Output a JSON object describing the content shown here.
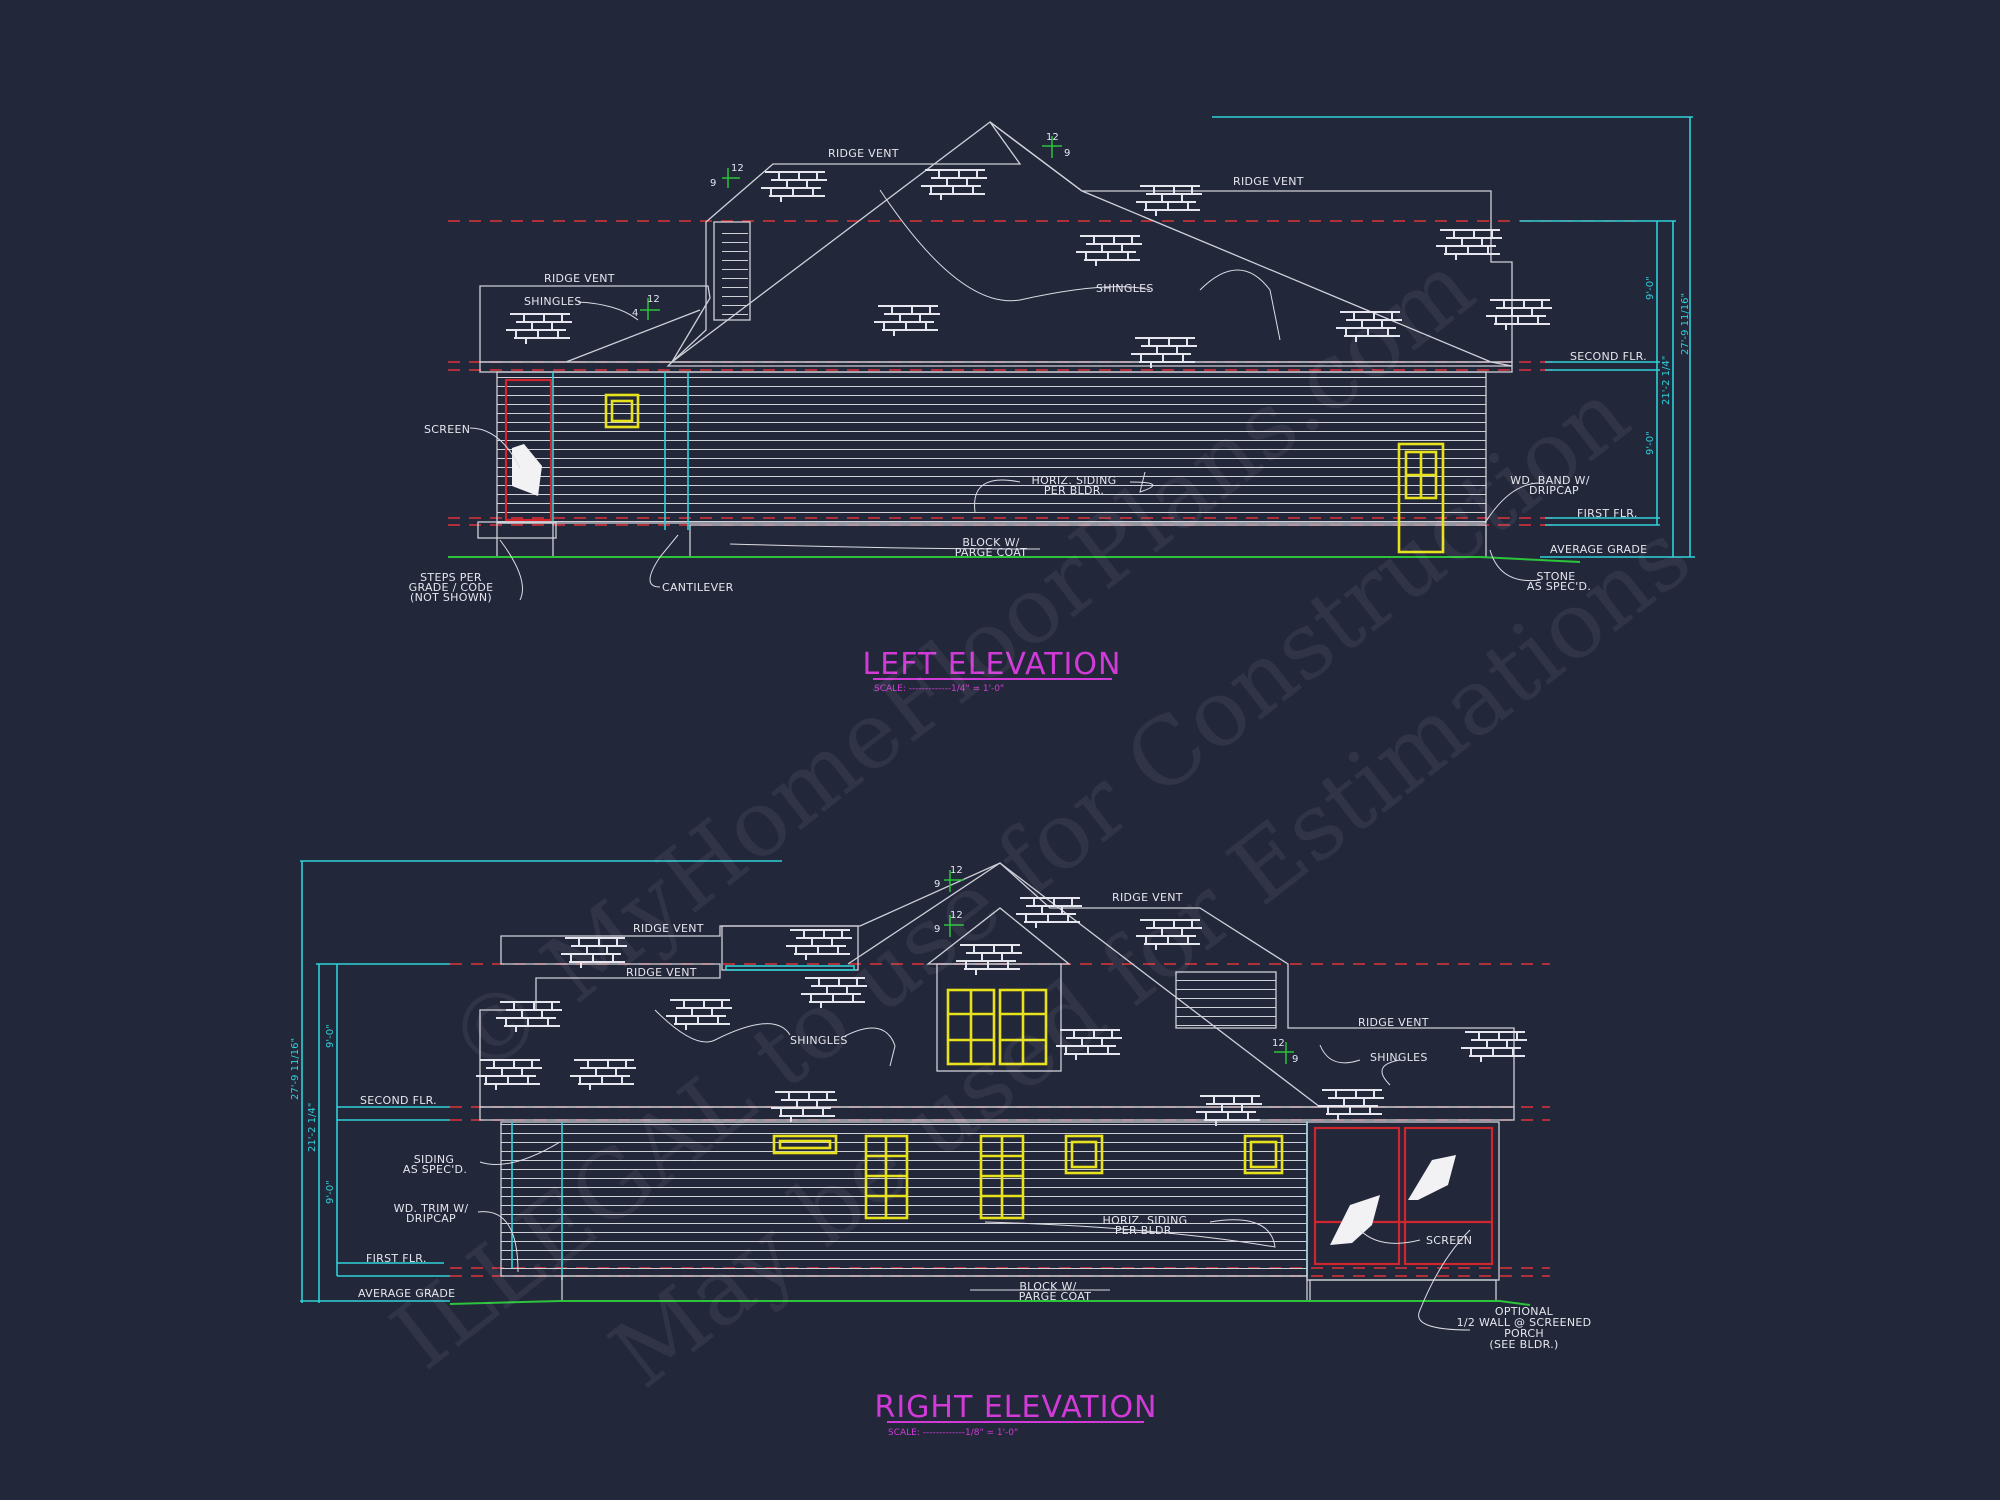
{
  "watermark": {
    "line1": "© MyHomeFloorPlans.com",
    "line2": "ILLEGAL to use for Construction",
    "line3": "May be used for Estimations"
  },
  "colors": {
    "background": "#23273a",
    "outline": "#cfd0d8",
    "dimension": "#2fd0d8",
    "floor_line": "#e0333b",
    "grade": "#2bc43a",
    "window": "#e8e21c",
    "title": "#d23ad8"
  },
  "left_elevation": {
    "title": "LEFT ELEVATION",
    "scale": "SCALE: -------------1/4\" = 1'-0\"",
    "labels": {
      "ridge_vent_1": "RIDGE VENT",
      "ridge_vent_2": "RIDGE VENT",
      "ridge_vent_3": "RIDGE VENT",
      "shingles_1": "SHINGLES",
      "shingles_2": "SHINGLES",
      "screen": "SCREEN",
      "horiz_siding_1": "HORIZ. SIDING",
      "horiz_siding_2": "PER BLDR.",
      "block_1": "BLOCK W/",
      "block_2": "PARGE COAT",
      "steps_1": "STEPS PER",
      "steps_2": "GRADE / CODE",
      "steps_3": "(NOT SHOWN)",
      "cantilever": "CANTILEVER",
      "wd_band_1": "WD. BAND W/",
      "wd_band_2": "DRIPCAP",
      "second_flr": "SECOND FLR.",
      "first_flr": "FIRST FLR.",
      "average_grade": "AVERAGE GRADE",
      "stone_1": "STONE",
      "stone_2": "AS SPEC'D."
    },
    "dimensions": {
      "upper": "9'-0\"",
      "lower": "9'-0\"",
      "floor_to_floor": "21'-2 1/4\"",
      "overall": "27'-9 11/16\""
    },
    "slopes": [
      {
        "rise": "9",
        "run": "12"
      },
      {
        "rise": "9",
        "run": "12"
      },
      {
        "rise": "4",
        "run": "12"
      }
    ]
  },
  "right_elevation": {
    "title": "RIGHT ELEVATION",
    "scale": "SCALE: -------------1/8\" = 1'-0\"",
    "labels": {
      "ridge_vent_1": "RIDGE VENT",
      "ridge_vent_2": "RIDGE VENT",
      "ridge_vent_3": "RIDGE VENT",
      "ridge_vent_4": "RIDGE VENT",
      "shingles_1": "SHINGLES",
      "shingles_2": "SHINGLES",
      "siding_1": "SIDING",
      "siding_2": "AS SPEC'D.",
      "wd_trim_1": "WD. TRIM W/",
      "wd_trim_2": "DRIPCAP",
      "second_flr": "SECOND FLR.",
      "first_flr": "FIRST FLR.",
      "average_grade": "AVERAGE GRADE",
      "horiz_siding_1": "HORIZ. SIDING",
      "horiz_siding_2": "PER BLDR.",
      "block_1": "BLOCK W/",
      "block_2": "PARGE COAT",
      "screen": "SCREEN",
      "porch_1": "OPTIONAL",
      "porch_2": "1/2 WALL @ SCREENED",
      "porch_3": "PORCH",
      "porch_4": "(SEE BLDR.)"
    },
    "dimensions": {
      "upper": "9'-0\"",
      "lower": "9'-0\"",
      "floor_to_floor": "21'-2 1/4\"",
      "overall": "27'-9 11/16\""
    },
    "slopes": [
      {
        "rise": "9",
        "run": "12"
      },
      {
        "rise": "9",
        "run": "12"
      },
      {
        "rise": "9",
        "run": "12"
      }
    ]
  }
}
